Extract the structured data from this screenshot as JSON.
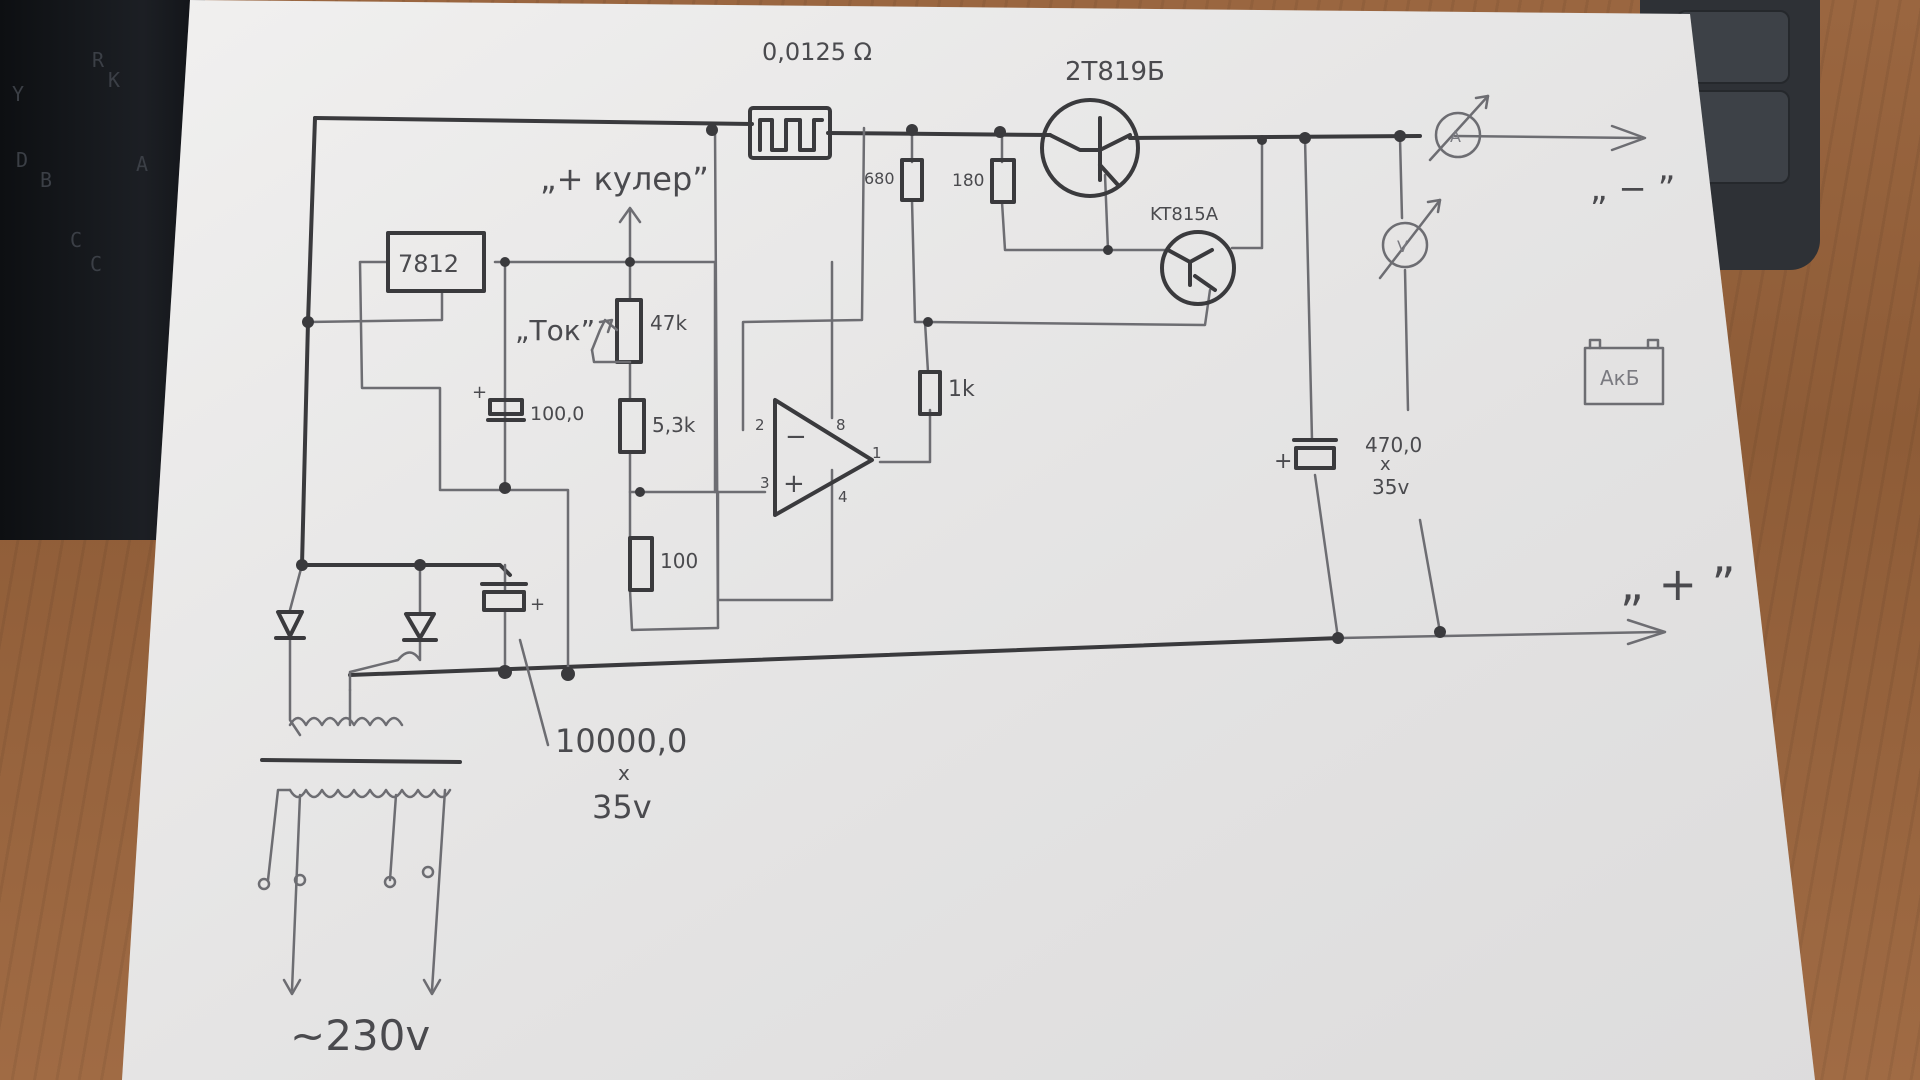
{
  "keyboard": {
    "left_keys": [
      "R",
      "K",
      "Y",
      "D",
      "B",
      "A",
      "C",
      "C"
    ]
  },
  "labels": {
    "shunt_value": "0,0125 Ω",
    "power_transistor": "2T819Б",
    "driver_transistor": "KT815A",
    "cooler_label": "„+ кулер”",
    "current_label": "„Ток”",
    "regulator": "7812",
    "pot_value": "47k",
    "r_680": "680",
    "r_180": "180",
    "r_1k": "1k",
    "r_5k3": "5,3k",
    "r_100": "100",
    "cap_small": "100,0",
    "cap_small_plus": "+",
    "cap_out_value": "470,0",
    "cap_out_x": "x",
    "cap_out_voltage": "35v",
    "cap_main_value": "10000,0",
    "cap_main_x": "x",
    "cap_main_voltage": "35v",
    "opamp_pin2": "2",
    "opamp_pin3": "3",
    "opamp_pin8": "8",
    "opamp_pin4": "4",
    "opamp_pin1": "1",
    "opamp_minus": "−",
    "opamp_plus": "+",
    "ammeter": "A",
    "voltmeter": "V",
    "battery": "АкБ",
    "output_minus": "„ − ”",
    "output_plus": "„ + ”",
    "mains": "~230v",
    "cap_out_plus": "+",
    "cap_main_plus": "+"
  }
}
